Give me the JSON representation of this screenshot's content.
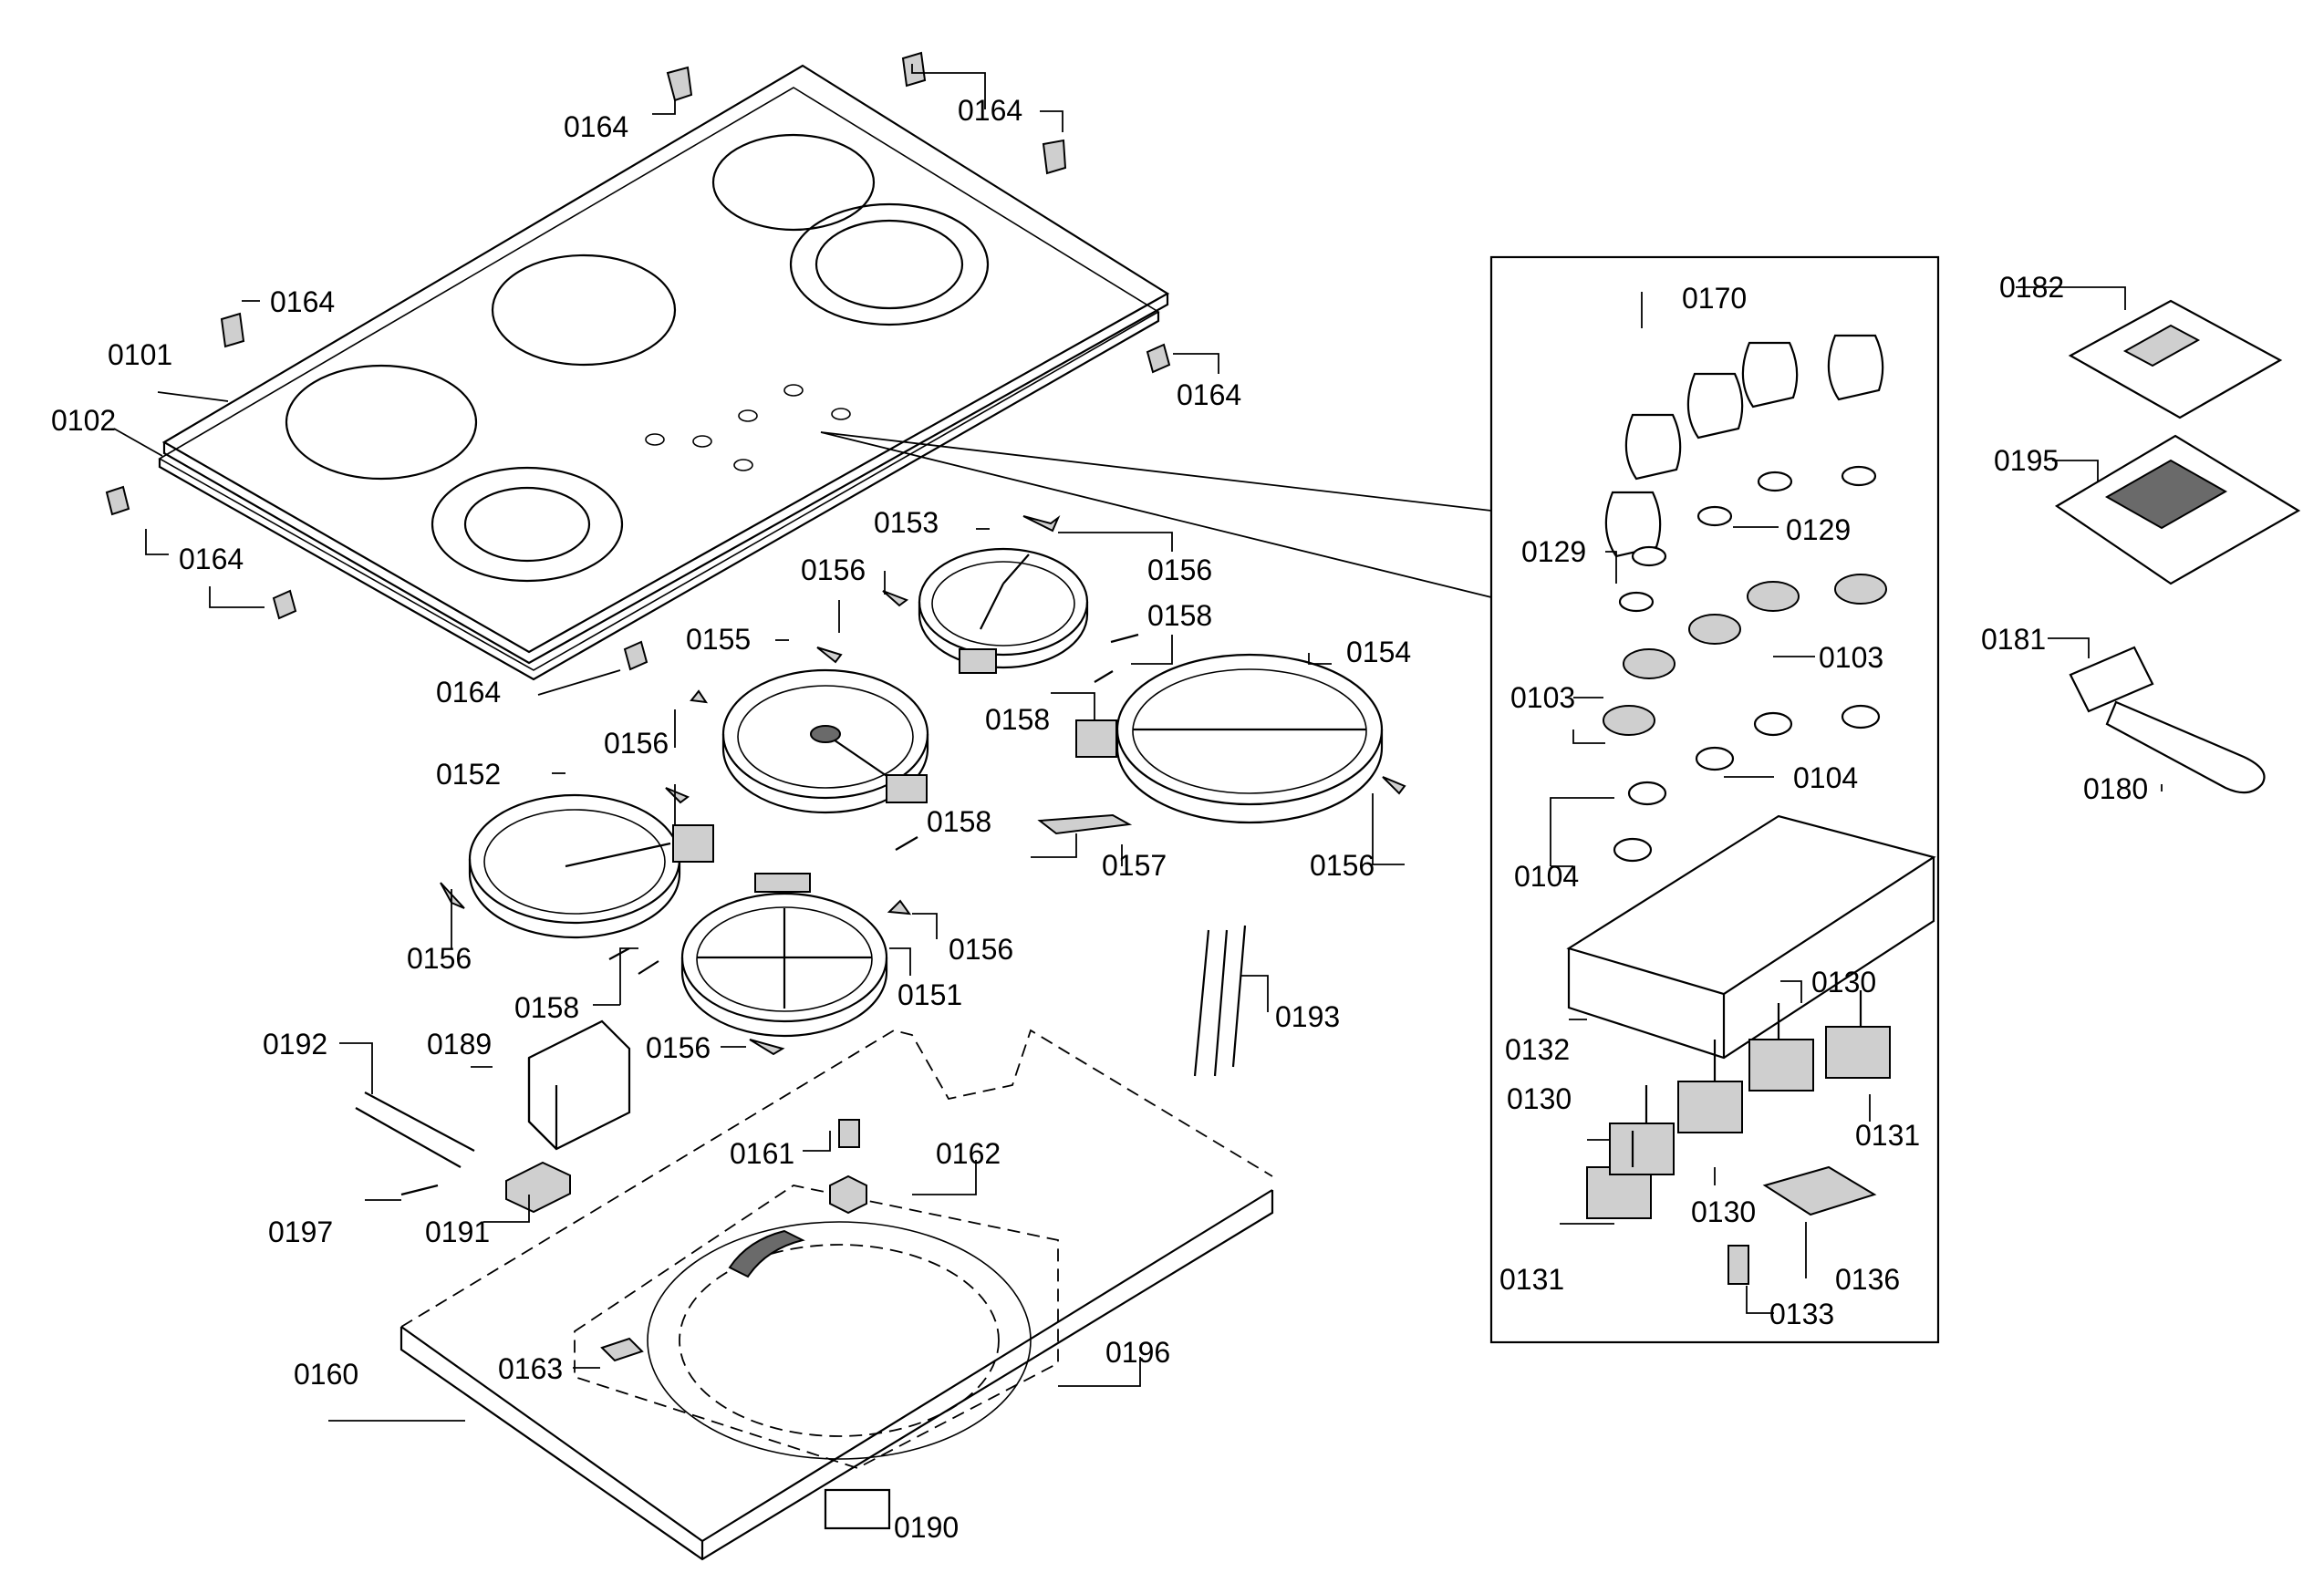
{
  "labels": {
    "p0101": "0101",
    "p0102": "0102",
    "p0103": "0103",
    "p0104": "0104",
    "p0129": "0129",
    "p0130": "0130",
    "p0131": "0131",
    "p0132": "0132",
    "p0133": "0133",
    "p0136": "0136",
    "p0151": "0151",
    "p0152": "0152",
    "p0153": "0153",
    "p0154": "0154",
    "p0155": "0155",
    "p0156": "0156",
    "p0157": "0157",
    "p0158": "0158",
    "p0160": "0160",
    "p0161": "0161",
    "p0162": "0162",
    "p0163": "0163",
    "p0164": "0164",
    "p0170": "0170",
    "p0180": "0180",
    "p0181": "0181",
    "p0182": "0182",
    "p0189": "0189",
    "p0190": "0190",
    "p0191": "0191",
    "p0192": "0192",
    "p0193": "0193",
    "p0195": "0195",
    "p0196": "0196",
    "p0197": "0197"
  }
}
